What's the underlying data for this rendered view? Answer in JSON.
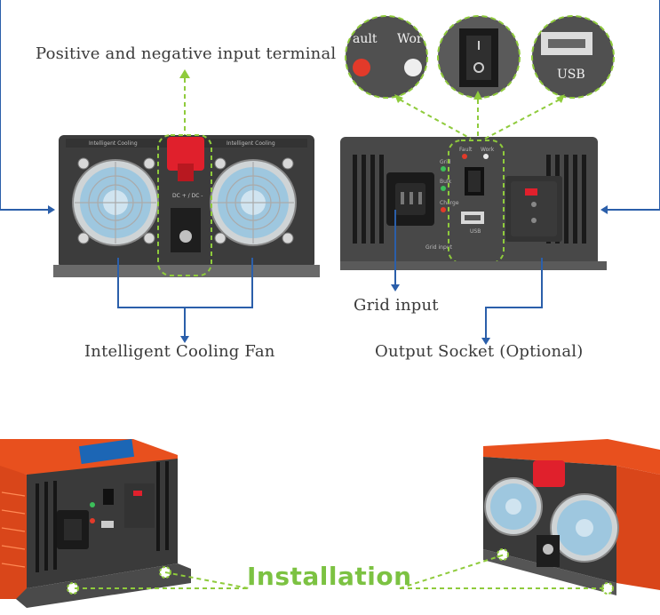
{
  "labels": {
    "positive_negative": "Positive and negative input terminal",
    "cooling_fan": "Intelligent Cooling Fan",
    "grid_input": "Grid input",
    "output_socket": "Output Socket (Optional)",
    "installation": "Installation"
  },
  "zoom_circles": {
    "fault": "ault",
    "work": "Wor",
    "usb": "USB"
  },
  "panel_left": {
    "title_left": "Intelligent Cooling",
    "title_right": "Intelligent Cooling",
    "terminal_text": "DC + / DC -"
  },
  "panel_right": {
    "led_fault": "Fault",
    "led_work": "Work",
    "led_grid": "Grid",
    "led_bulk": "Bulk",
    "led_charge": "Charge",
    "usb": "USB",
    "grid_input": "Grid input"
  },
  "colors": {
    "accent_green": "#7cc242",
    "arrow_blue": "#2b5faa",
    "case_orange": "#e8501e",
    "panel_dark": "#3e3e3e",
    "red_terminal": "#e0202c",
    "led_red": "#e23a2a",
    "led_green": "#3cbf5a"
  },
  "icons": [
    "fan-icon",
    "screw-icon",
    "rocker-switch-icon",
    "usb-port-icon",
    "iec-socket-icon",
    "universal-socket-icon",
    "arrow-icon"
  ]
}
